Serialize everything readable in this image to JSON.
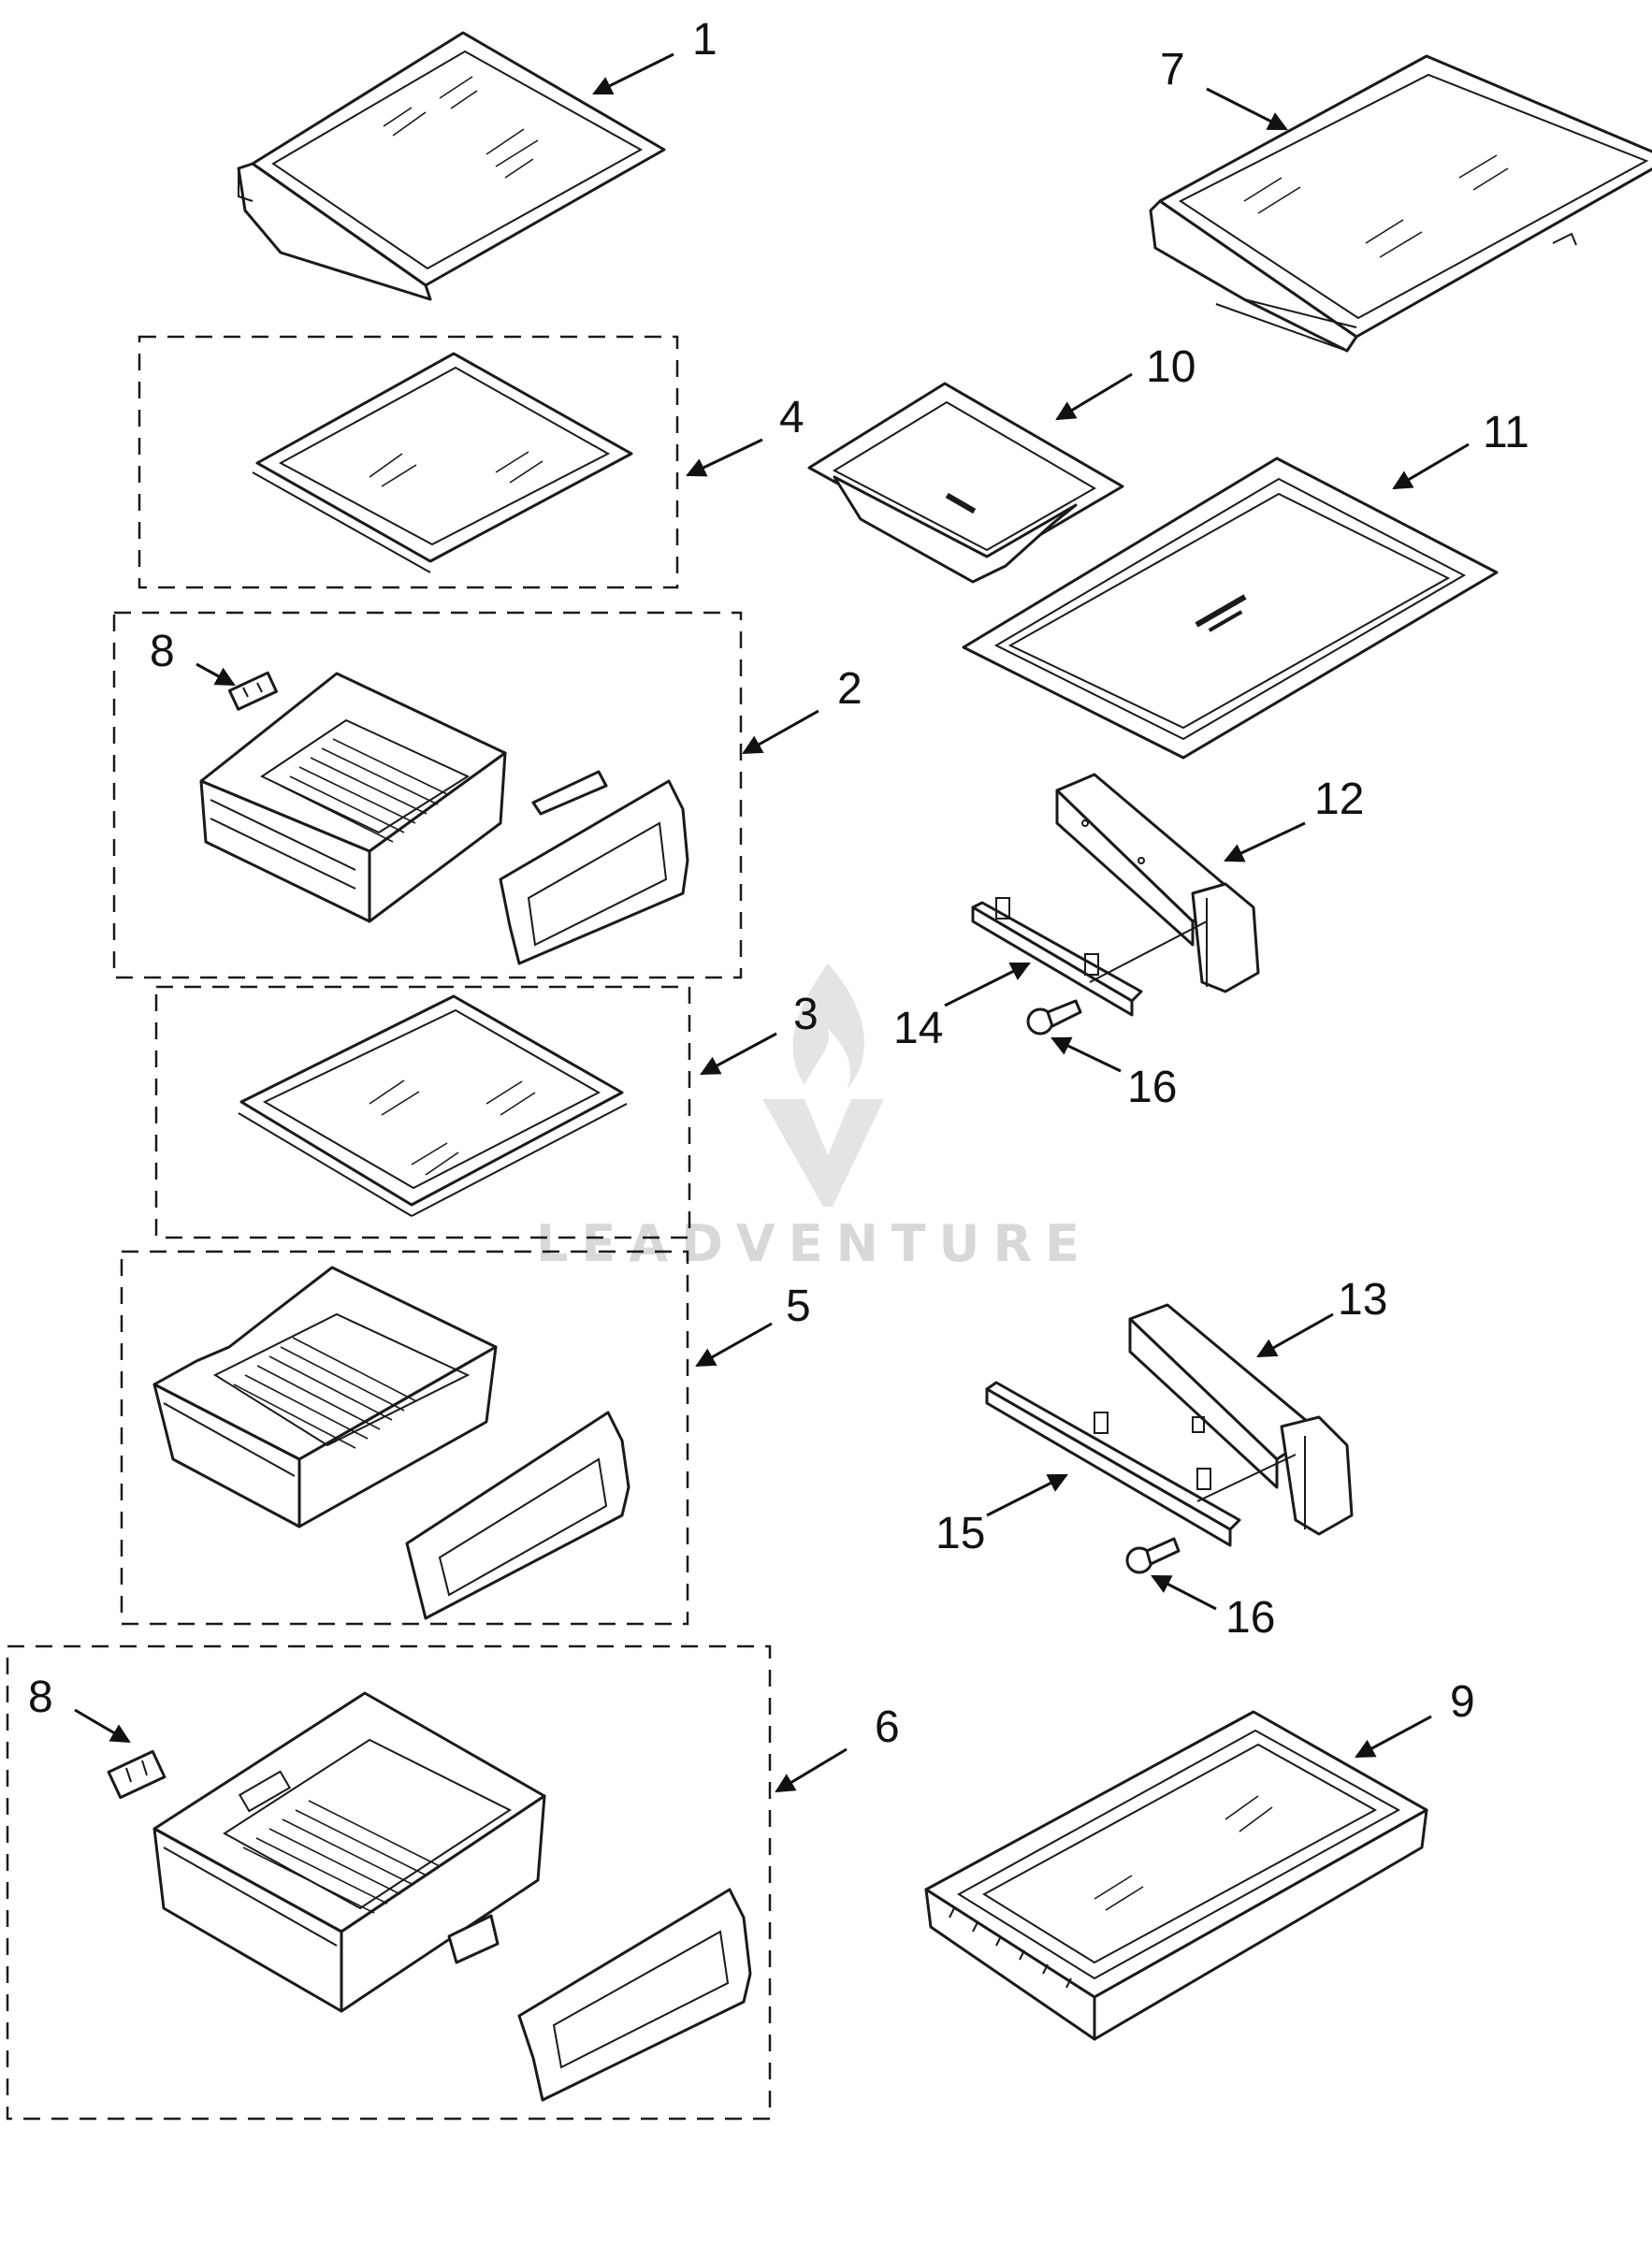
{
  "callouts": {
    "c1": "1",
    "c2": "2",
    "c3": "3",
    "c4": "4",
    "c5": "5",
    "c6": "6",
    "c7": "7",
    "c8a": "8",
    "c8b": "8",
    "c9": "9",
    "c10": "10",
    "c11": "11",
    "c12": "12",
    "c13": "13",
    "c14": "14",
    "c15": "15",
    "c16a": "16",
    "c16b": "16"
  },
  "watermark": {
    "text": "LEADVENTURE"
  },
  "colors": {
    "line": "#1a1a1a",
    "watermark": "#d8d8d8"
  }
}
